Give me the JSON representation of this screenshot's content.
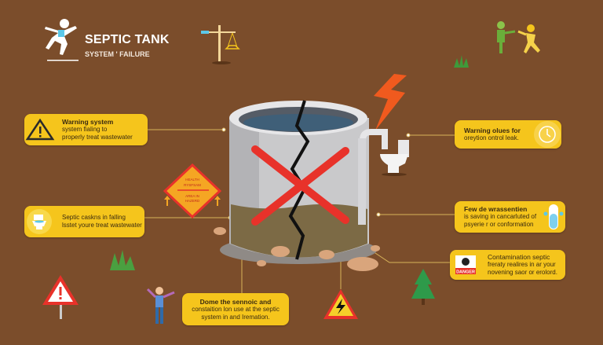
{
  "header": {
    "title": "SEPTIC TANK",
    "subtitle": "SYSTEM ' FAILURE"
  },
  "callouts": [
    {
      "heading": "Warning system",
      "lines": [
        "system fialing to",
        "properly treat wastewater"
      ],
      "icon": "warning-triangle-icon"
    },
    {
      "heading": "",
      "lines": [
        "Septic caskns in falling",
        "lsstet youre treat wastewater"
      ],
      "icon": "toilet-icon"
    },
    {
      "heading": "Warning olues for",
      "lines": [
        "oreytion ontrol leak."
      ],
      "icon": "clock-icon"
    },
    {
      "heading": "Few de wrassentien",
      "lines": [
        "is saving in cancarluted of",
        "psyerie r or conformation"
      ],
      "icon": "water-tank-icon"
    },
    {
      "heading": "Contamination septic",
      "lines": [
        "freraty realires in ar your",
        "novening saor or erolord."
      ],
      "icon": "danger-sign-icon"
    },
    {
      "heading": "Dome the sennoic and",
      "lines": [
        "constaition lon use at the septic",
        "system in and Iremation."
      ],
      "icon": ""
    }
  ],
  "sign": {
    "lines": [
      "HEALTH",
      "RYSFSAM",
      "AREA IN",
      "HAZERD"
    ]
  },
  "danger_label": "DANGER",
  "colors": {
    "background": "#7b4d2b",
    "callout": "#f5c51c",
    "cross": "#e8322a",
    "lightning": "#f05a1e"
  }
}
